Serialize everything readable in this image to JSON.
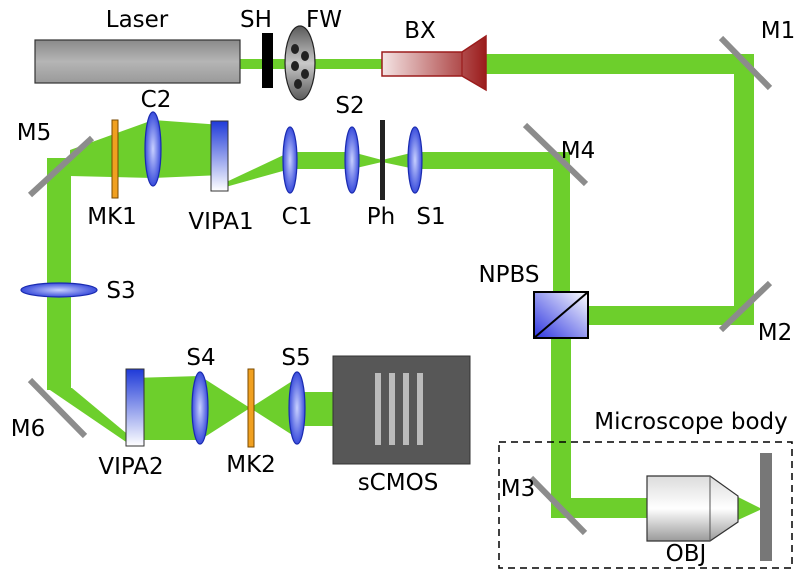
{
  "labels": {
    "laser": "Laser",
    "sh": "SH",
    "fw": "FW",
    "bx": "BX",
    "m1": "M1",
    "m2": "M2",
    "m3": "M3",
    "m4": "M4",
    "m5": "M5",
    "m6": "M6",
    "c1": "C1",
    "c2": "C2",
    "s1": "S1",
    "s2": "S2",
    "s3": "S3",
    "s4": "S4",
    "s5": "S5",
    "ph": "Ph",
    "mk1": "MK1",
    "mk2": "MK2",
    "vipa1": "VIPA1",
    "vipa2": "VIPA2",
    "npbs": "NPBS",
    "scmos": "sCMOS",
    "obj": "OBJ",
    "microscope_body": "Microscope body"
  },
  "colors": {
    "beam": "#6dcf2c",
    "mirror": "#8c8c8c",
    "lens": "#3a4fe0",
    "mask": "#f0a020",
    "laser_body": "#9a9a9a",
    "expander": "#a52a2a",
    "camera": "#555555"
  }
}
